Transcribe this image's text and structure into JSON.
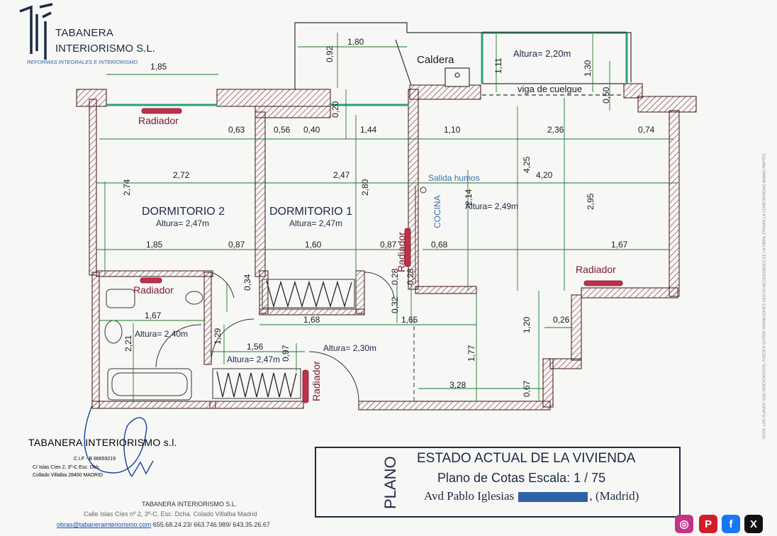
{
  "company": {
    "name_line1": "TABANERA",
    "name_line2": "INTERIORISMO S.L.",
    "tagline": "REFORMAS INTEGRALES E INTERIORISMO"
  },
  "rooms": {
    "dormitorio2": {
      "name": "DORMITORIO 2",
      "height": "Altura= 2,47m"
    },
    "dormitorio1": {
      "name": "DORMITORIO 1",
      "height": "Altura= 2,47m"
    },
    "cocina": {
      "name": "COCINA",
      "height": "Altura= 2,49m"
    },
    "salida_humos": "Salida humos",
    "caldera": "Caldera",
    "terraza_height": "Altura= 2,20m",
    "viga": "viga de cuelgue",
    "bano_height": "Altura= 2,40m",
    "pasillo_height": "Altura= 2,47m",
    "hall_height": "Altura= 2,30m"
  },
  "radiator_label": "Radiador",
  "dimensions": {
    "d185top": "1,85",
    "d180": "1,80",
    "d092": "0,92",
    "d111": "1,11",
    "d130": "1,30",
    "d050": "0,50",
    "d020": "0,20",
    "d063": "0,63",
    "d056": "0,56",
    "d040": "0,40",
    "d144": "1,44",
    "d110": "1,10",
    "d236": "2,36",
    "d074": "0,74",
    "d425": "4,25",
    "d272": "2,72",
    "d274": "2,74",
    "d247": "2,47",
    "d280": "2,80",
    "d214": "2,14",
    "d420": "4,20",
    "d295": "2,95",
    "d185": "1,85",
    "d087a": "0,87",
    "d160": "1,60",
    "d087b": "0,87",
    "d068": "0,68",
    "d167a": "1,67",
    "d034": "0,34",
    "d028a": "0,28",
    "d028b": "0,28",
    "d032": "0,32",
    "d167b": "1,67",
    "d168": "1,68",
    "d165": "1,65",
    "d120": "1,20",
    "d026": "0,26",
    "d129": "1,29",
    "d221": "2,21",
    "d156": "1,56",
    "d097": "0,97",
    "d177": "1,77",
    "d328": "3,28",
    "d067": "0,67"
  },
  "stamp": {
    "name": "TABANERA INTERIORISMO s.l.",
    "cif": "C.I.F - B 86659219",
    "address1": "C/ Islas Cíes 2, 3º-C Esc. Dch.",
    "address2": "Collado Villalba 28400 MADRID"
  },
  "footer": {
    "company": "TABANERA INTERIORISMO S.L.",
    "address": "Calle Islas Cíes nº 2, 3º-C, Esc. Dcha. Colado Villalba Madrid",
    "email": "obras@tabanerainteriorismo.com",
    "phones": "655.68.24.23/ 663.746.989/ 643.35.26.67"
  },
  "titleblock": {
    "plano": "PLANO",
    "title": "ESTADO ACTUAL DE LA VIVIENDA",
    "subtitle": "Plano de Cotas  Escala: 1 / 75",
    "address_prefix": "Avd Pablo Iglesias",
    "address_suffix": ", (Madrid)"
  },
  "side_note": "NOTA: LOS PLANOS SON ORIENTATIVOS, PUEDEN SUFRIR VARIACIONES SEGÚN NECESIDADES DE LA OBRA, FIRMAN LA CONFORMIDAD AMBAS PARTES",
  "social": [
    {
      "name": "instagram",
      "glyph": "◎",
      "color": "#c13584"
    },
    {
      "name": "pinterest",
      "glyph": "P",
      "color": "#d01f2a"
    },
    {
      "name": "facebook",
      "glyph": "f",
      "color": "#1877f2"
    },
    {
      "name": "x",
      "glyph": "X",
      "color": "#111111"
    }
  ],
  "colors": {
    "ink": "#1b2a46",
    "wall_hatch": "#7a2b2b",
    "radiator": "#c0304a",
    "dim": "#1a7a2a",
    "window": "#2aa07a"
  }
}
